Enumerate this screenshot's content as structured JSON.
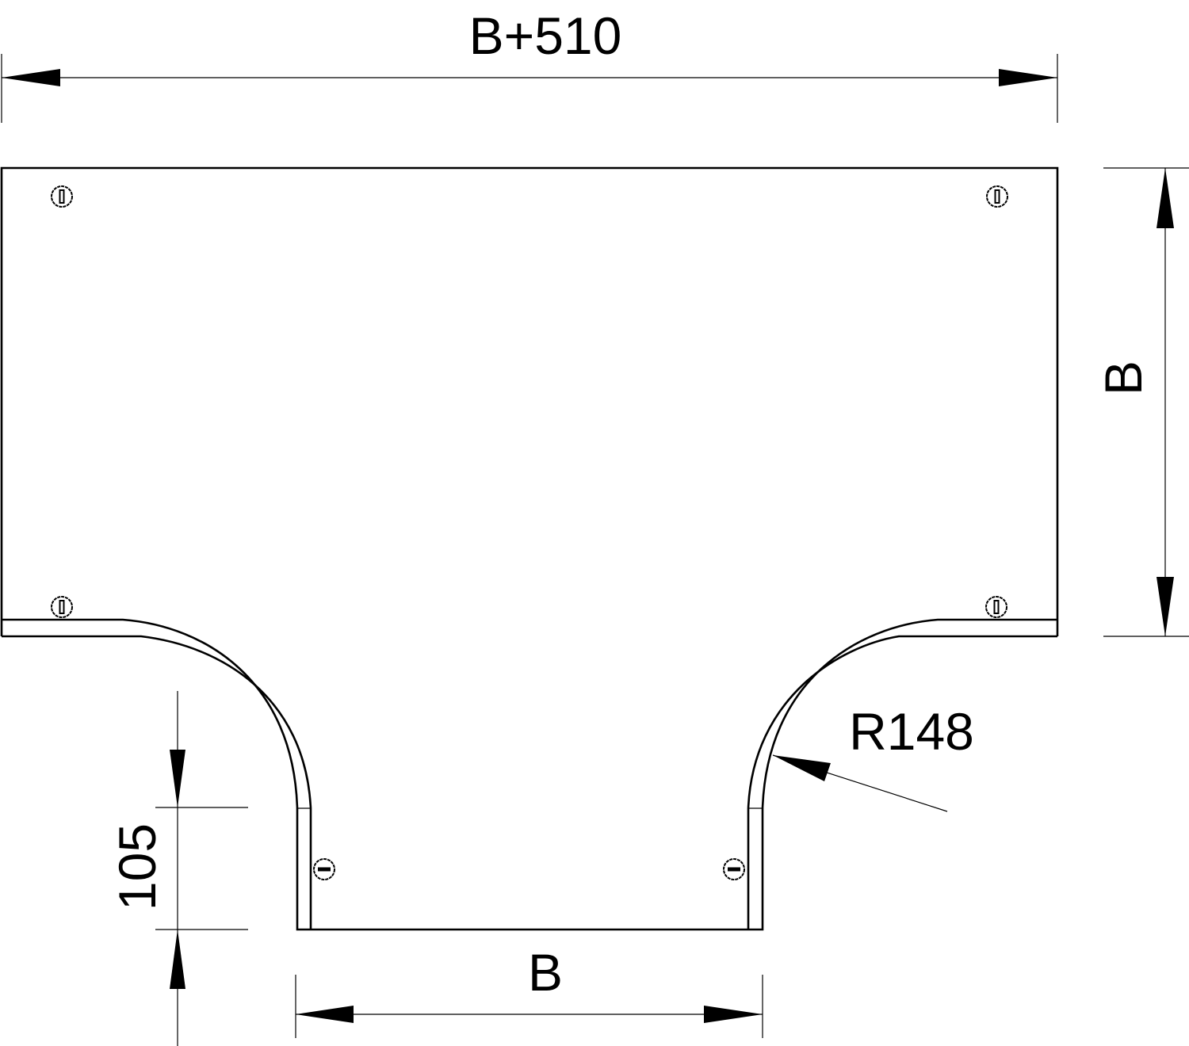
{
  "drawing": {
    "type": "technical-drawing",
    "subject": "T-piece cover plate (cable tray tee cover), top view",
    "stroke_color": "#000000",
    "background": "#ffffff"
  },
  "dimensions": {
    "overall_width": "B+510",
    "height": "B",
    "branch_width": "B",
    "branch_length": "105",
    "radius": "R148"
  },
  "screws": [
    {
      "position": "top-left",
      "slot": "vertical"
    },
    {
      "position": "top-right",
      "slot": "vertical"
    },
    {
      "position": "mid-left",
      "slot": "vertical"
    },
    {
      "position": "mid-right",
      "slot": "vertical"
    },
    {
      "position": "branch-left",
      "slot": "horizontal"
    },
    {
      "position": "branch-right",
      "slot": "horizontal"
    }
  ]
}
